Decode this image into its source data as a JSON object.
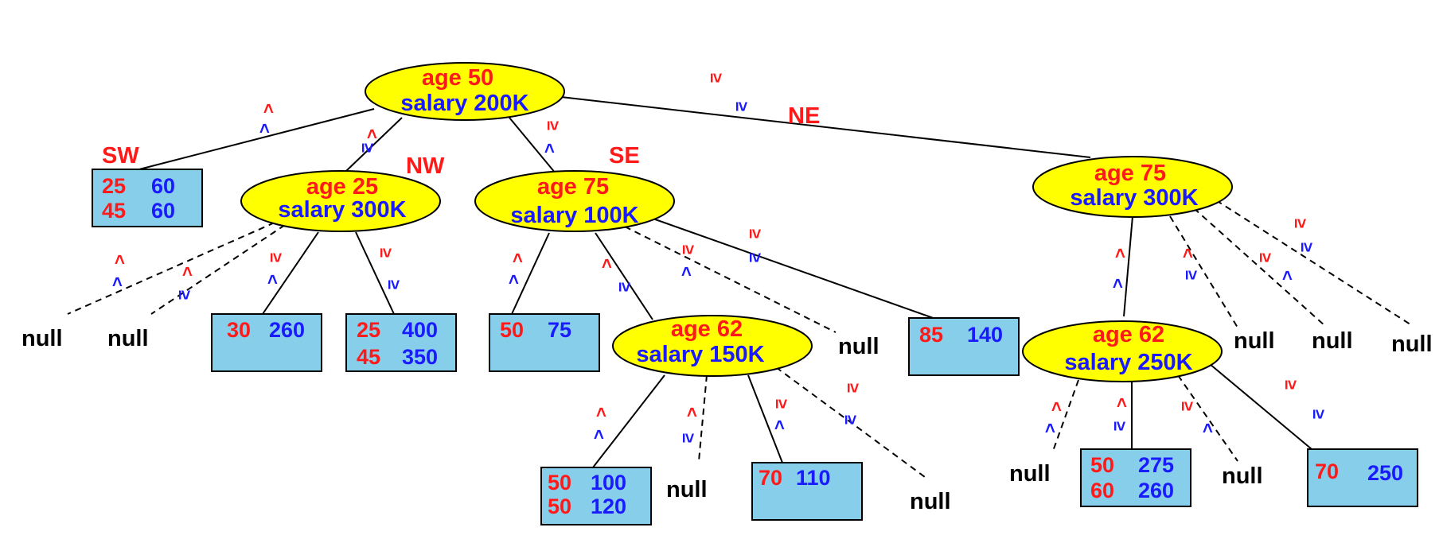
{
  "colors": {
    "age": "#ff1a1a",
    "salary": "#1a1aff",
    "node_fill": "#ffff00",
    "leaf_fill": "#87ceeb"
  },
  "nodes": {
    "root": {
      "age": "age 50",
      "salary": "salary 200K"
    },
    "nw": {
      "age": "age 25",
      "salary": "salary 300K"
    },
    "se": {
      "age": "age 75",
      "salary": "salary 100K"
    },
    "ne": {
      "age": "age 75",
      "salary": "salary 300K"
    },
    "se_se": {
      "age": "age 62",
      "salary": "salary 150K"
    },
    "ne_ne": {
      "age": "age 62",
      "salary": "salary 250K"
    }
  },
  "quadrants": {
    "sw": "SW",
    "nw": "NW",
    "se": "SE",
    "ne": "NE"
  },
  "leaves": {
    "sw": {
      "r1a": "25",
      "r1s": "60",
      "r2a": "45",
      "r2s": "60"
    },
    "nw_se": {
      "r1a": "30",
      "r1s": "260"
    },
    "nw_ne": {
      "r1a": "25",
      "r1s": "400",
      "r2a": "45",
      "r2s": "350"
    },
    "se_sw": {
      "r1a": "50",
      "r1s": "75"
    },
    "se_ne": {
      "r1a": "85",
      "r1s": "140"
    },
    "sese_sw": {
      "r1a": "50",
      "r1s": "100",
      "r2a": "50",
      "r2s": "120"
    },
    "sese_se": {
      "r1a": "70",
      "r1s": "110"
    },
    "nene_nw": {
      "r1a": "50",
      "r1s": "275",
      "r2a": "60",
      "r2s": "260"
    },
    "nene_ne": {
      "r1a": "70",
      "r1s": "250"
    }
  },
  "null_label": "null",
  "symbols": {
    "lt": "<",
    "ge": "≥"
  }
}
